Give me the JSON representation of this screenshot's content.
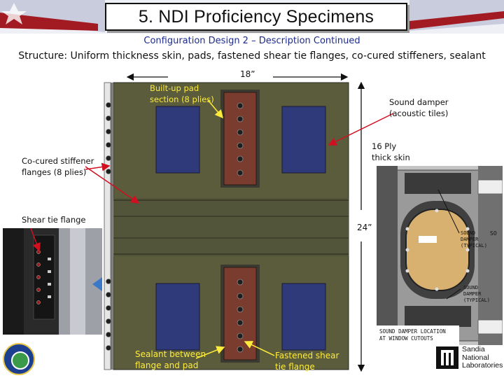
{
  "slide": {
    "title": "5. NDI Proficiency Specimens",
    "subtitle": "Configuration Design 2 – Description Continued",
    "structure": "Structure: Uniform thickness skin, pads, fastened shear tie flanges, co-cured stiffeners, sealant"
  },
  "dimensions": {
    "width": "18”",
    "height": "24”"
  },
  "labels": {
    "built_up_pad": [
      "Built-up pad",
      "section (8 plies)"
    ],
    "sound_damper": [
      "Sound damper",
      "(acoustic tiles)"
    ],
    "skin": [
      "16 Ply",
      "thick skin"
    ],
    "stiffener": [
      "Co-cured stiffener",
      "flanges (8 plies)"
    ],
    "shear_tie": "Shear tie flange",
    "sealant": [
      "Sealant between",
      "flange and pad"
    ],
    "fastened": [
      "Fastened shear",
      "tie flange"
    ]
  },
  "photo_labels": {
    "damper_typical_1": [
      "SOUND",
      "DAMPER",
      "(TYPICAL)"
    ],
    "damper_typical_2": [
      "SOUND",
      "DAMPER",
      "(TYPICAL)"
    ],
    "location": [
      "SOUND  DAMPER  LOCATION",
      "AT WINDOW CUTOUTS"
    ],
    "cut_letters": "SO"
  },
  "logo": {
    "lines": [
      "Sandia",
      "National",
      "Laboratories"
    ]
  },
  "colors": {
    "panel": "#5a5c3c",
    "damper": "#2f3a7a",
    "pad": "#7a3c2e",
    "subtitle": "#1c2a8c",
    "arrow": "#d01020"
  }
}
